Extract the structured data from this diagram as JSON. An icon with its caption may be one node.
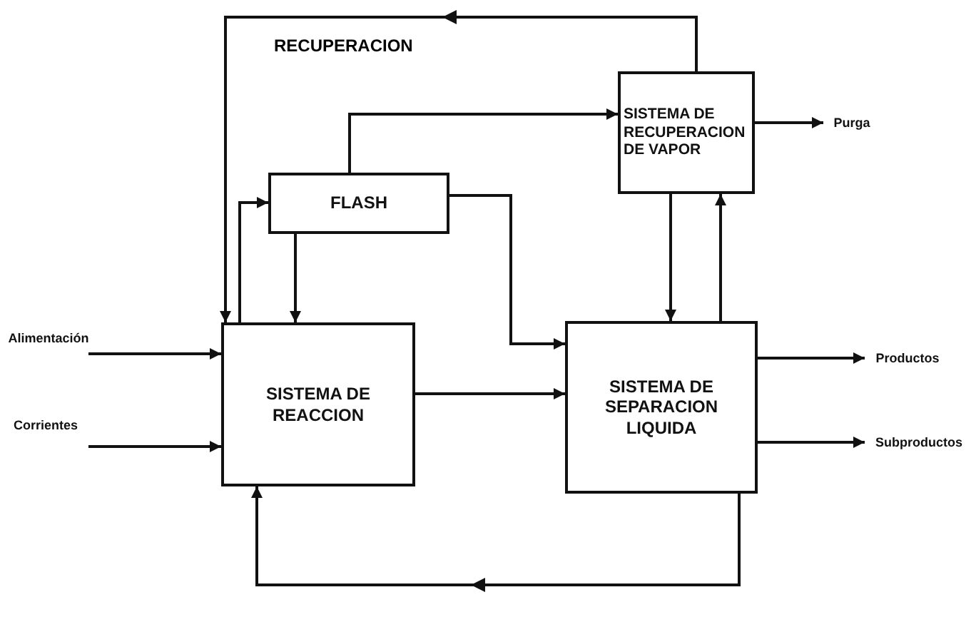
{
  "diagram": {
    "nodes": [
      {
        "text": [
          "FLASH"
        ]
      },
      {
        "text": [
          "SISTEMA DE RECUPERACION DE VAPOR"
        ]
      },
      {
        "text": [
          "SISTEMA DE REACCION"
        ]
      },
      {
        "text": [
          "SISTEMA DE SEPARACION LIQUIDA"
        ]
      },
      {
        "text": [
          "Alimentación"
        ]
      },
      {
        "text": [
          "Corrientes"
        ]
      },
      {
        "text": [
          "Purga"
        ]
      },
      {
        "text": [
          "Productos"
        ]
      },
      {
        "text": [
          "Subproductos"
        ]
      }
    ],
    "edges": [
      {
        "from": 1,
        "to": 2,
        "arrow": "to"
      },
      {
        "from": 2,
        "to": 0,
        "arrow": "to"
      },
      {
        "from": 0,
        "to": 2,
        "arrow": "to"
      },
      {
        "from": 0,
        "to": 1,
        "arrow": "to"
      },
      {
        "from": 0,
        "to": 3,
        "arrow": "to"
      },
      {
        "from": 2,
        "to": 3,
        "arrow": "to"
      },
      {
        "from": 1,
        "to": 3,
        "arrow": "to"
      },
      {
        "from": 3,
        "to": 1,
        "arrow": "to"
      },
      {
        "from": 3,
        "to": 2,
        "arrow": "to"
      },
      {
        "from": 4,
        "to": 2,
        "arrow": "to"
      },
      {
        "from": 5,
        "to": 2,
        "arrow": "to"
      },
      {
        "from": 1,
        "to": 6,
        "arrow": "to"
      },
      {
        "from": 3,
        "to": 7,
        "arrow": "to"
      },
      {
        "from": 3,
        "to": 8,
        "arrow": "to"
      }
    ],
    "labels": [
      "RECUPERACION"
    ]
  }
}
